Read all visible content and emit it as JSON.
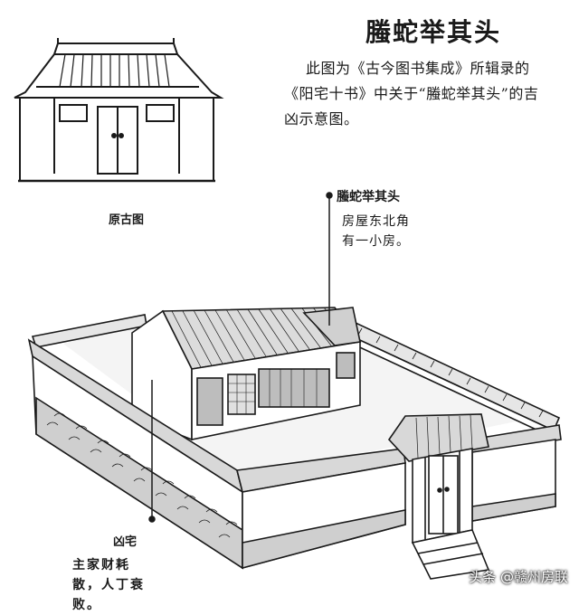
{
  "title": "螣蛇举其头",
  "description": {
    "line1": "此图为《古今图书集成》所辑录的",
    "line2": "《阳宅十书》中关于“螣蛇举其头”的吉",
    "line3": "凶示意图。"
  },
  "original_caption": "原古图",
  "callout": {
    "title": "螣蛇举其头",
    "text_line1": "房屋东北角",
    "text_line2": "有一小房。"
  },
  "bad_house": {
    "title": "凶宅",
    "text_line1": "主家财耗",
    "text_line2": "散，人丁衰败。"
  },
  "watermark": "头条 @赣州房联"
}
